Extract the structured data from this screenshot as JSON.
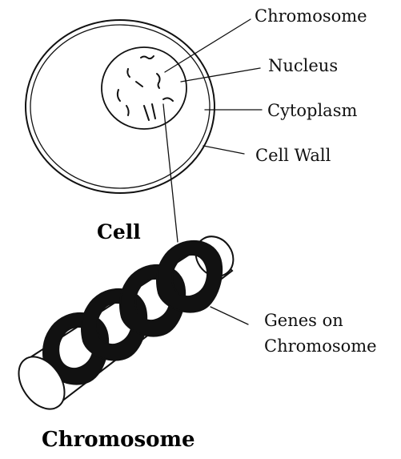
{
  "labels": {
    "chromosome_top": "Chromosome",
    "nucleus": "Nucleus",
    "cytoplasm": "Cytoplasm",
    "cell_wall": "Cell Wall",
    "genes_line1": "Genes on",
    "genes_line2": "Chromosome"
  },
  "titles": {
    "cell": "Cell",
    "chromosome": "Chromosome"
  }
}
